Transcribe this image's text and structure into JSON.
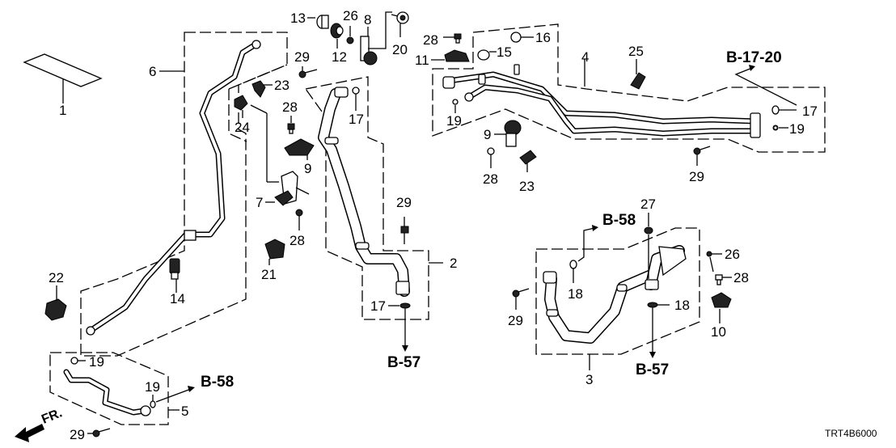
{
  "diagram": {
    "code": "TRT4B6000",
    "front_indicator": "FR.",
    "callouts": [
      {
        "id": "c1",
        "text": "1"
      },
      {
        "id": "c2",
        "text": "2"
      },
      {
        "id": "c3",
        "text": "3"
      },
      {
        "id": "c4",
        "text": "4"
      },
      {
        "id": "c5",
        "text": "5"
      },
      {
        "id": "c6",
        "text": "6"
      },
      {
        "id": "c7",
        "text": "7"
      },
      {
        "id": "c8",
        "text": "8"
      },
      {
        "id": "c9a",
        "text": "9"
      },
      {
        "id": "c9b",
        "text": "9"
      },
      {
        "id": "c10",
        "text": "10"
      },
      {
        "id": "c11",
        "text": "11"
      },
      {
        "id": "c12",
        "text": "12"
      },
      {
        "id": "c13",
        "text": "13"
      },
      {
        "id": "c14",
        "text": "14"
      },
      {
        "id": "c15",
        "text": "15"
      },
      {
        "id": "c16",
        "text": "16"
      },
      {
        "id": "c17a",
        "text": "17"
      },
      {
        "id": "c17b",
        "text": "17"
      },
      {
        "id": "c17c",
        "text": "17"
      },
      {
        "id": "c18a",
        "text": "18"
      },
      {
        "id": "c18b",
        "text": "18"
      },
      {
        "id": "c19a",
        "text": "19"
      },
      {
        "id": "c19b",
        "text": "19"
      },
      {
        "id": "c19c",
        "text": "19"
      },
      {
        "id": "c19d",
        "text": "19"
      },
      {
        "id": "c20",
        "text": "20"
      },
      {
        "id": "c21",
        "text": "21"
      },
      {
        "id": "c22",
        "text": "22"
      },
      {
        "id": "c23a",
        "text": "23"
      },
      {
        "id": "c23b",
        "text": "23"
      },
      {
        "id": "c24",
        "text": "24"
      },
      {
        "id": "c25",
        "text": "25"
      },
      {
        "id": "c26a",
        "text": "26"
      },
      {
        "id": "c26b",
        "text": "26"
      },
      {
        "id": "c27",
        "text": "27"
      },
      {
        "id": "c28a",
        "text": "28"
      },
      {
        "id": "c28b",
        "text": "28"
      },
      {
        "id": "c28c",
        "text": "28"
      },
      {
        "id": "c28d",
        "text": "28"
      },
      {
        "id": "c28e",
        "text": "28"
      },
      {
        "id": "c29a",
        "text": "29"
      },
      {
        "id": "c29b",
        "text": "29"
      },
      {
        "id": "c29c",
        "text": "29"
      },
      {
        "id": "c29d",
        "text": "29"
      },
      {
        "id": "c29e",
        "text": "29"
      }
    ],
    "references": [
      {
        "id": "r1",
        "text": "B-17-20"
      },
      {
        "id": "r2",
        "text": "B-58"
      },
      {
        "id": "r3",
        "text": "B-58"
      },
      {
        "id": "r4",
        "text": "B-57"
      },
      {
        "id": "r5",
        "text": "B-57"
      }
    ]
  }
}
